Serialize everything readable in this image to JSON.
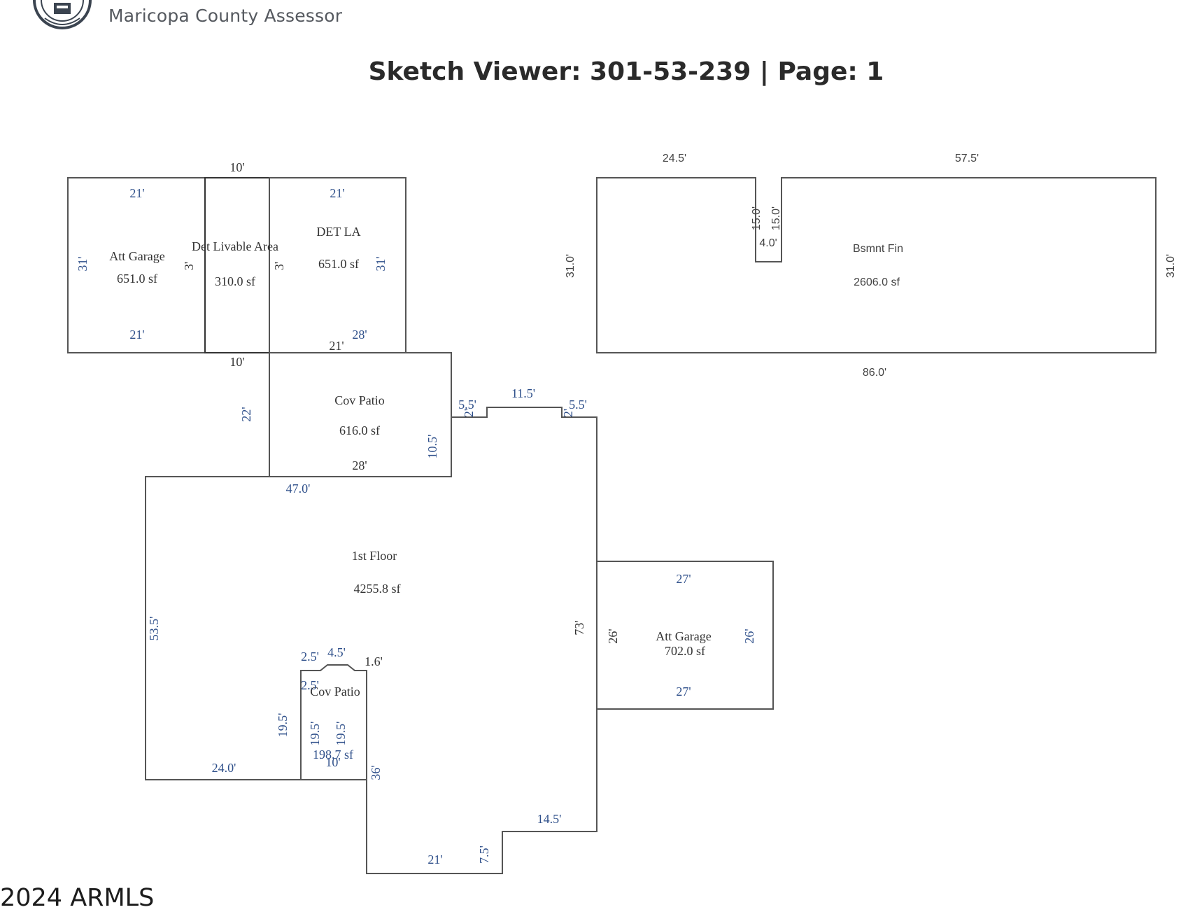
{
  "header": {
    "agency": "Maricopa County Assessor"
  },
  "title": "Sketch Viewer: 301-53-239 | Page: 1",
  "footer": {
    "copyright": "2024 ARMLS"
  },
  "areas": [
    {
      "key": "att-garage-1",
      "name": "Att Garage",
      "area": "651.0 sf"
    },
    {
      "key": "det-livable",
      "name": "Det Livable Area",
      "area": "310.0 sf"
    },
    {
      "key": "det-la",
      "name": "DET LA",
      "area": "651.0 sf"
    },
    {
      "key": "cov-patio-1",
      "name": "Cov Patio",
      "area": "616.0 sf"
    },
    {
      "key": "bsmnt-fin",
      "name": "Bsmnt Fin",
      "area": "2606.0 sf"
    },
    {
      "key": "first-floor",
      "name": "1st Floor",
      "area": "4255.8 sf"
    },
    {
      "key": "att-garage-2",
      "name": "Att Garage",
      "area": "702.0 sf"
    },
    {
      "key": "cov-patio-2",
      "name": "Cov Patio",
      "area": "198.7 sf"
    }
  ],
  "dims": [
    {
      "t": "10'",
      "c": "blk"
    },
    {
      "t": "21'",
      "c": "blu"
    },
    {
      "t": "21'",
      "c": "blu"
    },
    {
      "t": "31'",
      "c": "blu"
    },
    {
      "t": "3'",
      "c": "blk"
    },
    {
      "t": "3'",
      "c": "blk"
    },
    {
      "t": "31'",
      "c": "blu"
    },
    {
      "t": "21'",
      "c": "blu"
    },
    {
      "t": "28'",
      "c": "blu"
    },
    {
      "t": "21'",
      "c": "blk"
    },
    {
      "t": "10'",
      "c": "blk"
    },
    {
      "t": "22'",
      "c": "blu"
    },
    {
      "t": "5.5'",
      "c": "blu"
    },
    {
      "t": "2'",
      "c": "blu"
    },
    {
      "t": "11.5'",
      "c": "blu"
    },
    {
      "t": "5.5'",
      "c": "blu"
    },
    {
      "t": "2'",
      "c": "blu"
    },
    {
      "t": "10.5'",
      "c": "blu"
    },
    {
      "t": "28'",
      "c": "blk"
    },
    {
      "t": "47.0'",
      "c": "blu"
    },
    {
      "t": "53.5'",
      "c": "blu"
    },
    {
      "t": "73'",
      "c": "blk"
    },
    {
      "t": "27'",
      "c": "blu"
    },
    {
      "t": "26'",
      "c": "blk"
    },
    {
      "t": "26'",
      "c": "blu"
    },
    {
      "t": "27'",
      "c": "blu"
    },
    {
      "t": "2.5'",
      "c": "blu"
    },
    {
      "t": "4.5'",
      "c": "blu"
    },
    {
      "t": "1.6'",
      "c": "blk"
    },
    {
      "t": "2.5'",
      "c": "blu"
    },
    {
      "t": "19.5'",
      "c": "blu"
    },
    {
      "t": "19.5'",
      "c": "blu"
    },
    {
      "t": "19.5'",
      "c": "blu"
    },
    {
      "t": "10'",
      "c": "blu"
    },
    {
      "t": "24.0'",
      "c": "blu"
    },
    {
      "t": "36'",
      "c": "blu"
    },
    {
      "t": "14.5'",
      "c": "blu"
    },
    {
      "t": "7.5'",
      "c": "blu"
    },
    {
      "t": "21'",
      "c": "blu"
    },
    {
      "t": "24.5'",
      "c": "gry"
    },
    {
      "t": "57.5'",
      "c": "gry"
    },
    {
      "t": "15.0'",
      "c": "gry"
    },
    {
      "t": "15.0'",
      "c": "gry"
    },
    {
      "t": "4.0'",
      "c": "gry"
    },
    {
      "t": "31.0'",
      "c": "gry"
    },
    {
      "t": "31.0'",
      "c": "gry"
    },
    {
      "t": "86.0'",
      "c": "gry"
    }
  ]
}
